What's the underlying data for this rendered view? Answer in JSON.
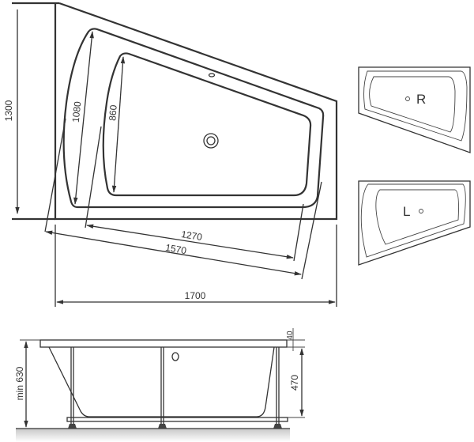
{
  "plan_view": {
    "dimensions": {
      "width": "1300",
      "rim_depth": "1080",
      "basin_depth": "860",
      "basin_length": "1270",
      "rim_length": "1570",
      "overall_length": "1700"
    }
  },
  "variants": {
    "right": {
      "label": "R"
    },
    "left": {
      "label": "L"
    }
  },
  "side_view": {
    "dimensions": {
      "total_height": "min 630",
      "rim_thickness": "40",
      "basin_height": "470"
    }
  },
  "colors": {
    "line": "#333333",
    "floor": "#cccccc"
  }
}
